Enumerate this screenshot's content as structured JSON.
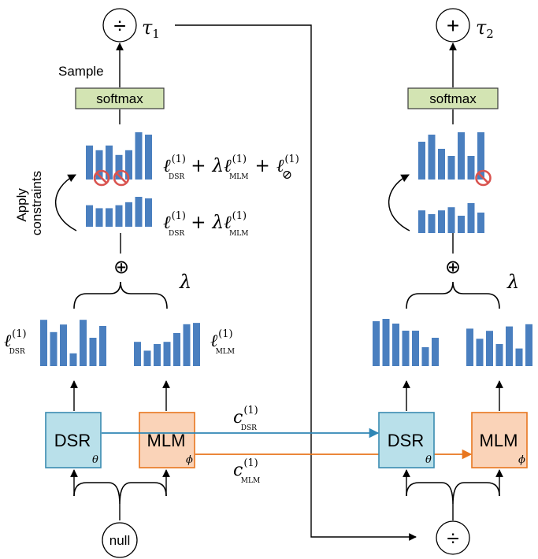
{
  "left": {
    "op_symbol": "÷",
    "tau": "τ",
    "tau_sub": "1",
    "sample_label": "Sample",
    "softmax_label": "softmax",
    "apply_constraints": [
      "Apply",
      "constraints"
    ],
    "formula_top": {
      "l": "ℓ",
      "sup": "(1)",
      "dsr": "DSR",
      "plus": "+",
      "lambda": "λ",
      "mlm": "MLM",
      "null_sub": "⊘"
    },
    "formula_mid": {
      "l": "ℓ",
      "sup": "(1)",
      "dsr": "DSR",
      "plus": "+",
      "lambda": "λ",
      "mlm": "MLM"
    },
    "oplus": "⊕",
    "lambda": "λ",
    "dsr_loss": {
      "l": "ℓ",
      "sup": "(1)",
      "sub": "DSR"
    },
    "mlm_loss": {
      "l": "ℓ",
      "sup": "(1)",
      "sub": "MLM"
    },
    "dsr_box": {
      "label": "DSR",
      "param": "θ"
    },
    "mlm_box": {
      "label": "MLM",
      "param": "ϕ"
    },
    "null_label": "null"
  },
  "middle": {
    "c_dsr": {
      "c": "c",
      "sup": "(1)",
      "sub": "DSR"
    },
    "c_mlm": {
      "c": "c",
      "sup": "(1)",
      "sub": "MLM"
    }
  },
  "right": {
    "op_symbol": "+",
    "tau": "τ",
    "tau_sub": "2",
    "softmax_label": "softmax",
    "oplus": "⊕",
    "lambda": "λ",
    "dsr_box": {
      "label": "DSR",
      "param": "θ"
    },
    "mlm_box": {
      "label": "MLM",
      "param": "ϕ"
    },
    "input_symbol": "÷"
  },
  "colors": {
    "bar": "#4a7fbf",
    "softmax_fill": "#d3e4b3",
    "softmax_stroke": "#3a3a3a",
    "dsr_fill": "#b9e0ea",
    "dsr_stroke": "#3a8bb0",
    "mlm_fill": "#fad3b8",
    "mlm_stroke": "#e8761e",
    "dsr_arrow": "#2f86b5",
    "mlm_arrow": "#e8761e",
    "forbid": "#d9534f"
  },
  "bar_charts": {
    "left_top": [
      0.72,
      0.62,
      0.72,
      0.52,
      0.62,
      1.0,
      0.95
    ],
    "left_mid": [
      0.72,
      0.62,
      0.62,
      0.72,
      0.82,
      1.0,
      0.95
    ],
    "left_dsr": [
      0.98,
      0.72,
      0.88,
      0.27,
      0.98,
      0.6,
      0.85
    ],
    "left_mlm": [
      0.55,
      0.35,
      0.5,
      0.55,
      0.75,
      0.95,
      0.98
    ],
    "right_top": [
      0.8,
      0.95,
      0.65,
      0.5,
      1.0,
      0.5,
      1.0
    ],
    "right_mid": [
      0.72,
      0.6,
      0.72,
      0.82,
      0.55,
      0.95,
      0.65
    ],
    "right_dsr": [
      0.95,
      1.0,
      0.9,
      0.75,
      0.75,
      0.4,
      0.6
    ],
    "right_mlm": [
      0.85,
      0.62,
      0.8,
      0.5,
      0.9,
      0.4,
      0.95
    ]
  },
  "forbidden_bars": {
    "left_top": [
      1,
      3
    ],
    "right_top": [
      6
    ]
  }
}
